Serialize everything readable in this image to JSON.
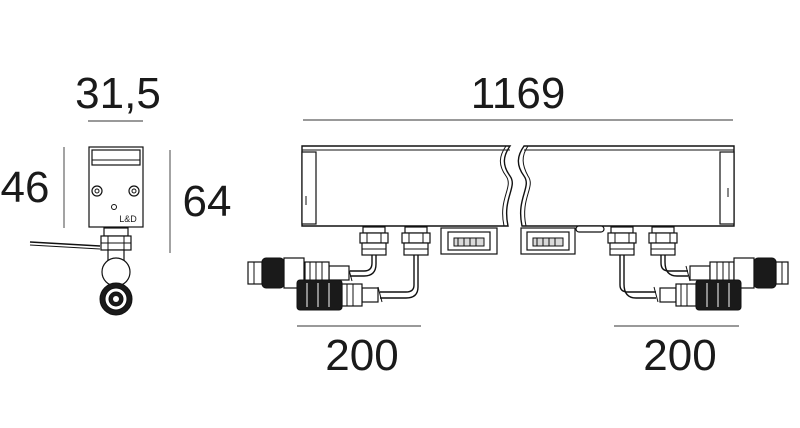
{
  "dimensions": {
    "side_width": "31,5",
    "side_height_body": "46",
    "side_height_total": "64",
    "length": "1169",
    "cable_left": "200",
    "cable_right": "200"
  },
  "side_view": {
    "logo_text": "L&D"
  }
}
